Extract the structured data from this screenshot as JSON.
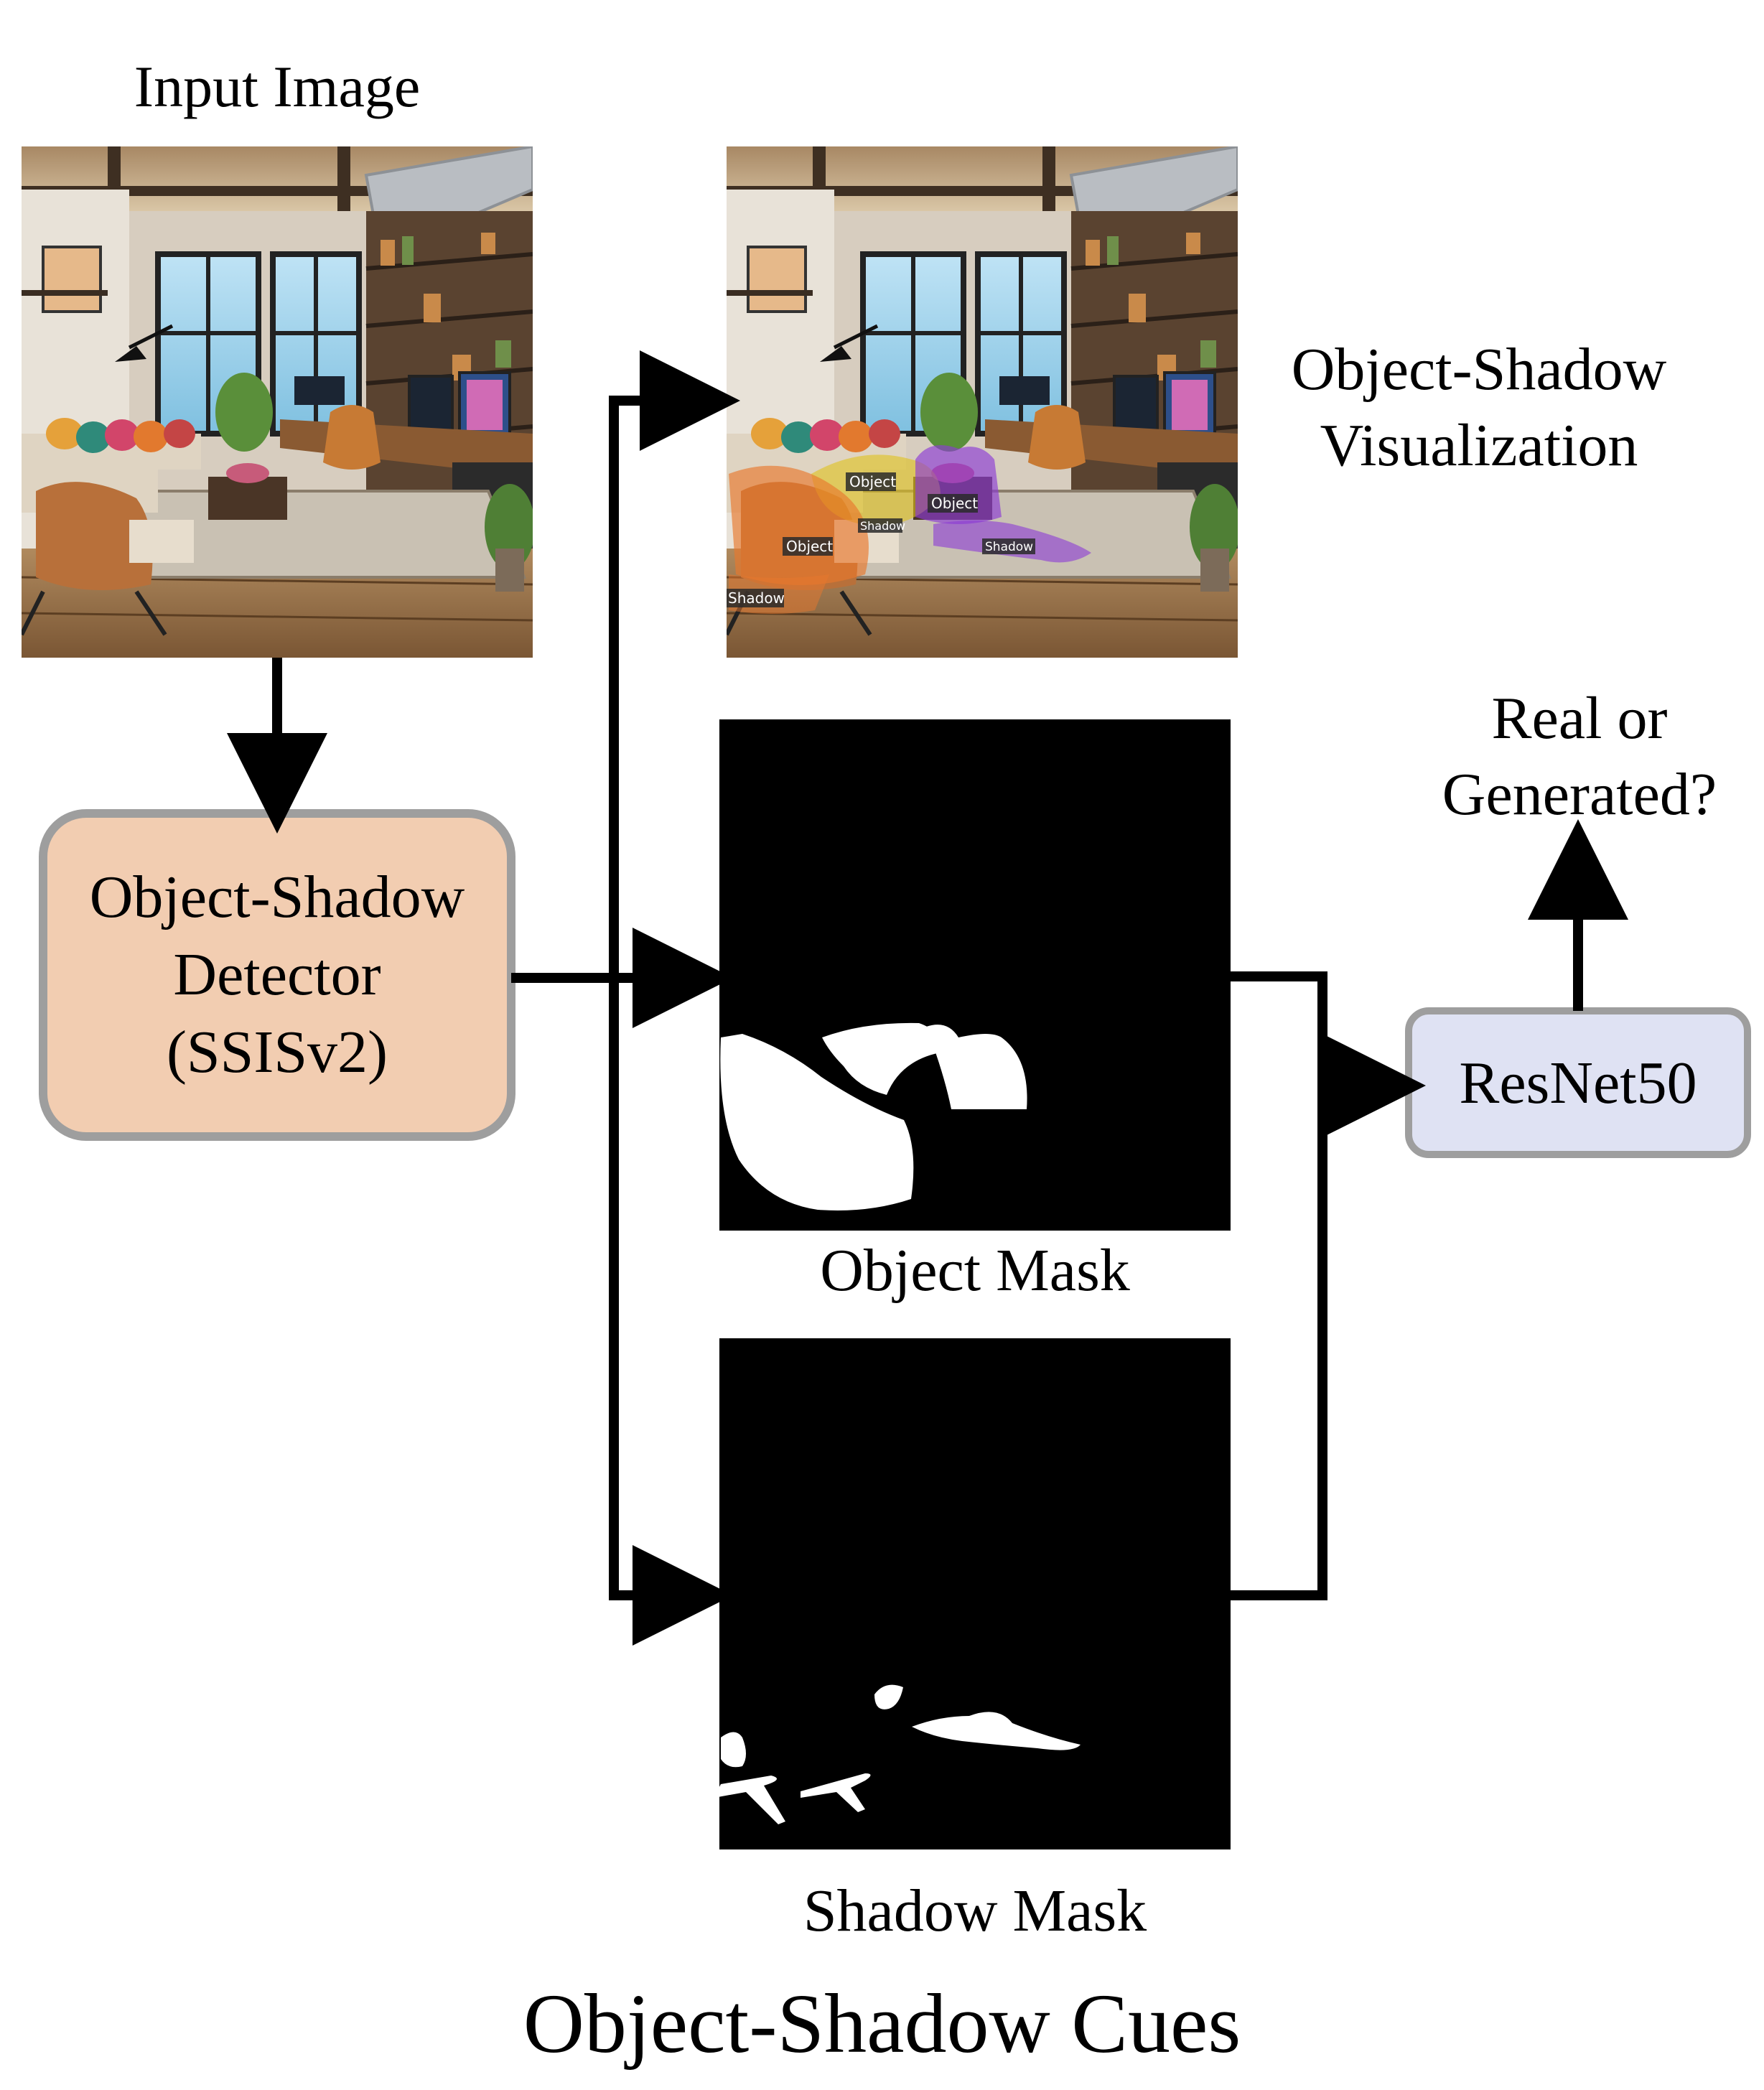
{
  "diagram": {
    "title": "Object-Shadow Cues",
    "input_label": "Input Image",
    "detector": {
      "lines": [
        "Object-Shadow",
        "Detector",
        "(SSISv2)"
      ],
      "fill": "#f2cdb1",
      "border": "#9e9e9e"
    },
    "visualization_label": [
      "Object-Shadow",
      "Visualization"
    ],
    "overlay_tags": [
      "Object",
      "Object",
      "Object",
      "Shadow",
      "Shadow",
      "Shadow"
    ],
    "object_mask_label": "Object Mask",
    "shadow_mask_label": "Shadow Mask",
    "classifier": {
      "label": "ResNet50",
      "fill": "#dfe2f3",
      "border": "#9e9e9e"
    },
    "output_label": [
      "Real or",
      "Generated?"
    ],
    "colors": {
      "arrow": "#000000",
      "mask_bg": "#000000",
      "mask_fg": "#ffffff",
      "overlay_object_orange": "#e8782d",
      "overlay_object_yellow": "#e0c21a",
      "overlay_object_purple": "#8c3bd6"
    }
  }
}
